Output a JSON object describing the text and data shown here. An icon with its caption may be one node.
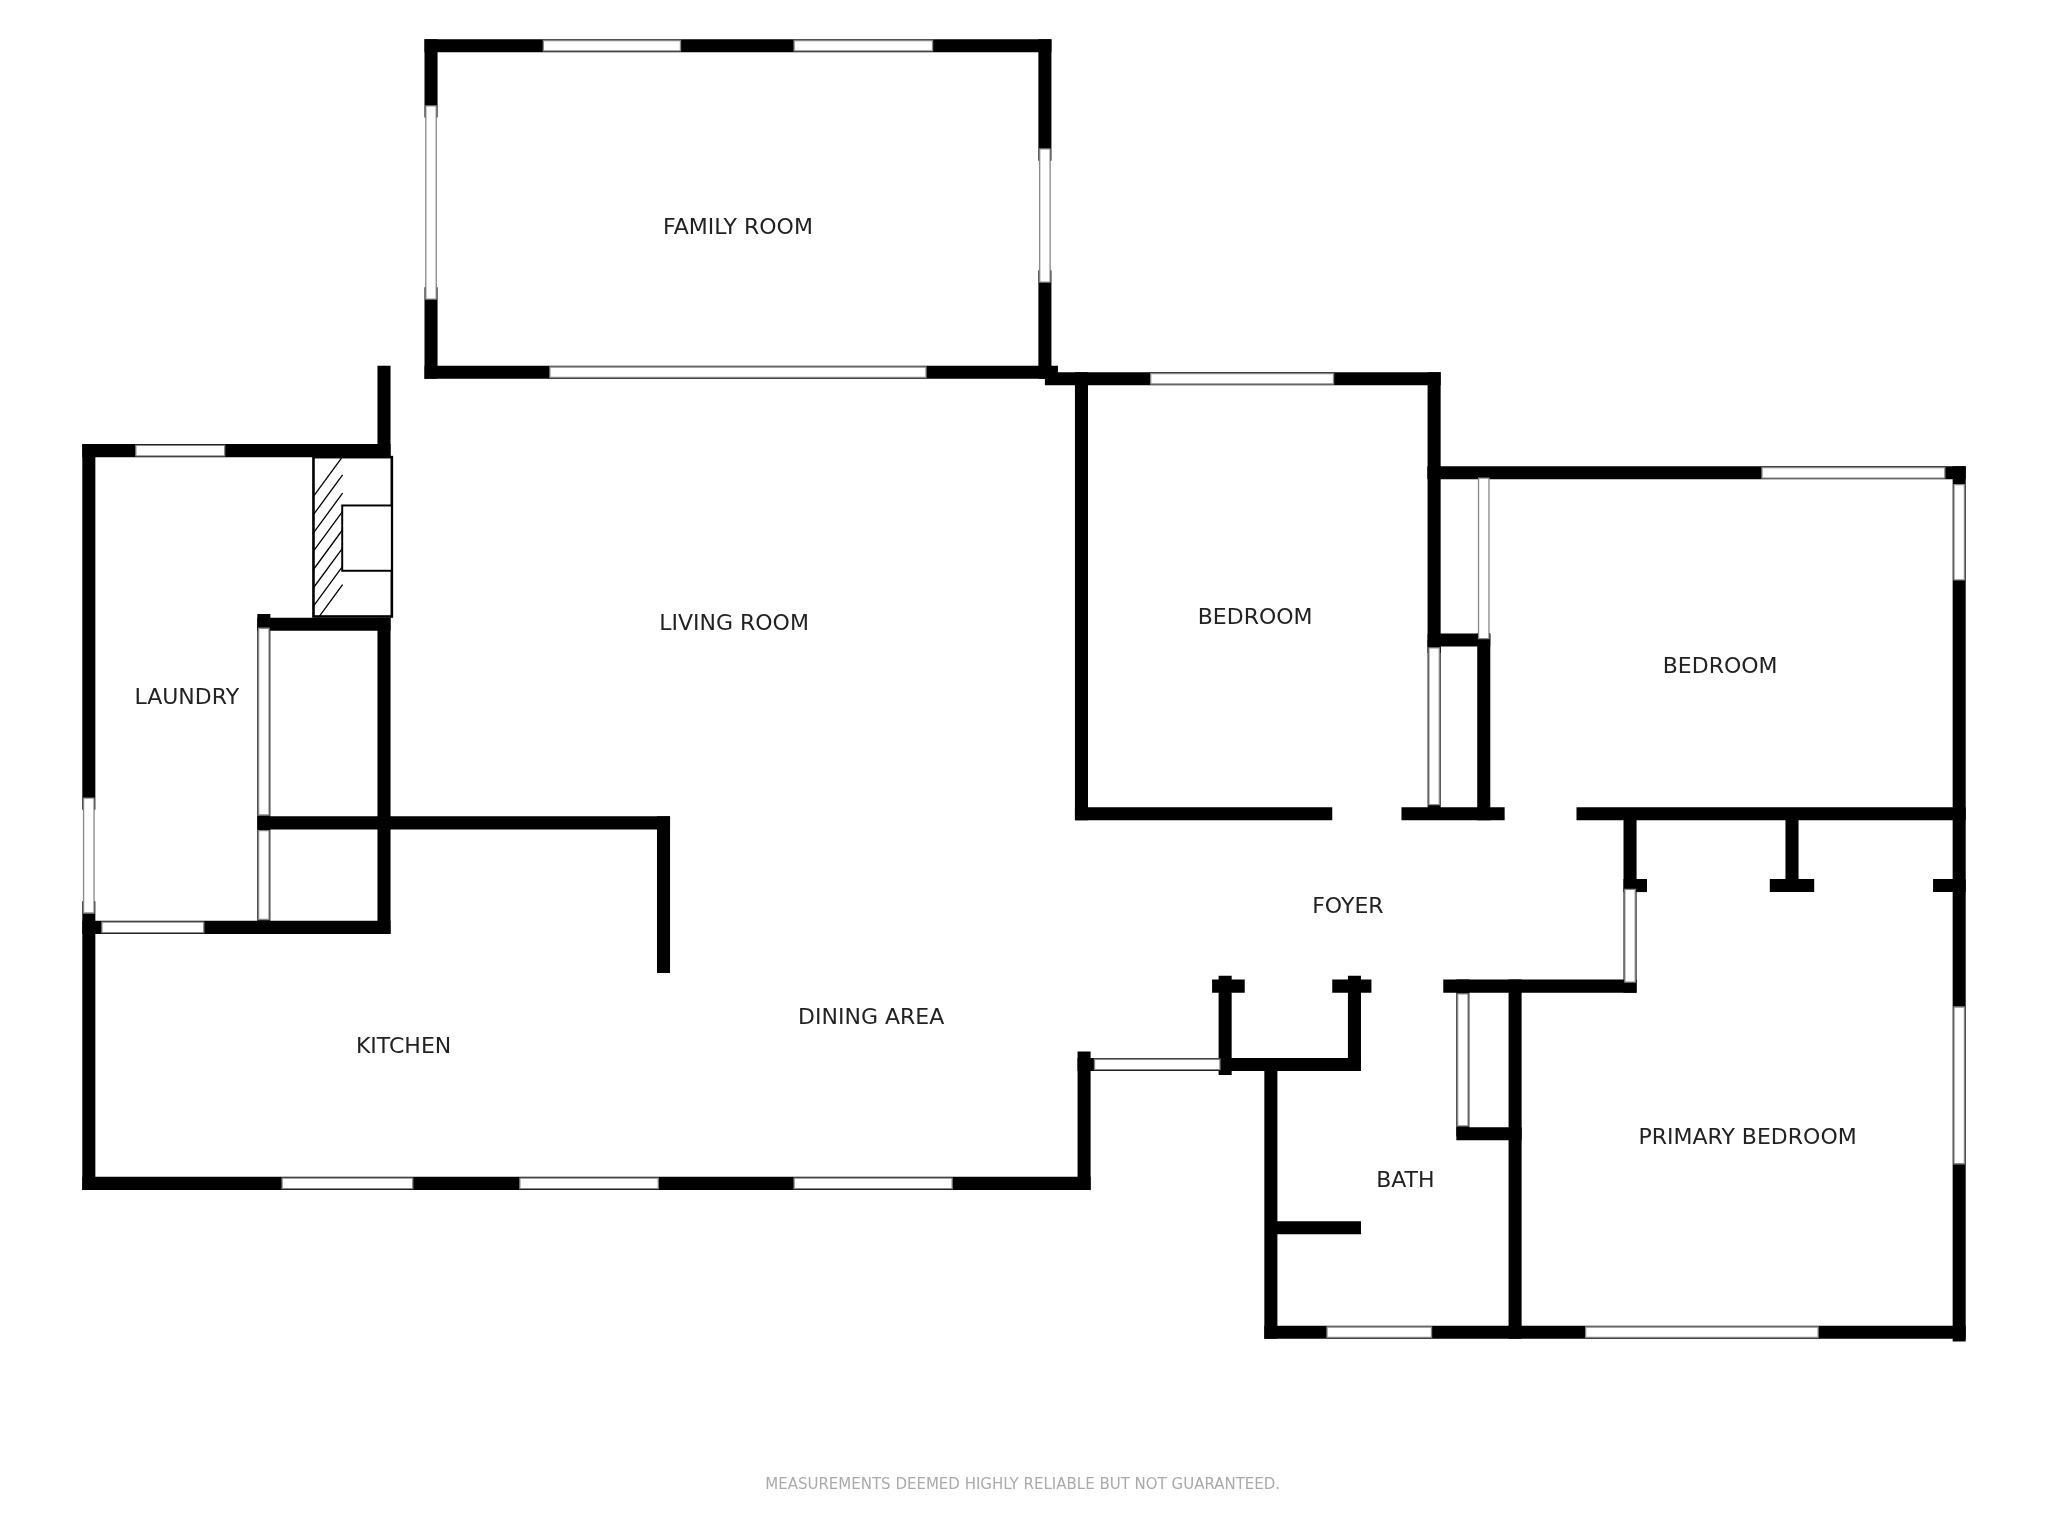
{
  "diagram": {
    "labels": [
      "FAMILY ROOM",
      "LIVING ROOM",
      "BEDROOM",
      "BEDROOM",
      "LAUNDRY",
      "FOYER",
      "DINING AREA",
      "KITCHEN",
      "BATH",
      "PRIMARY BEDROOM",
      "MEASUREMENTS DEEMED HIGHLY RELIABLE BUT NOT GUARANTEED."
    ]
  }
}
